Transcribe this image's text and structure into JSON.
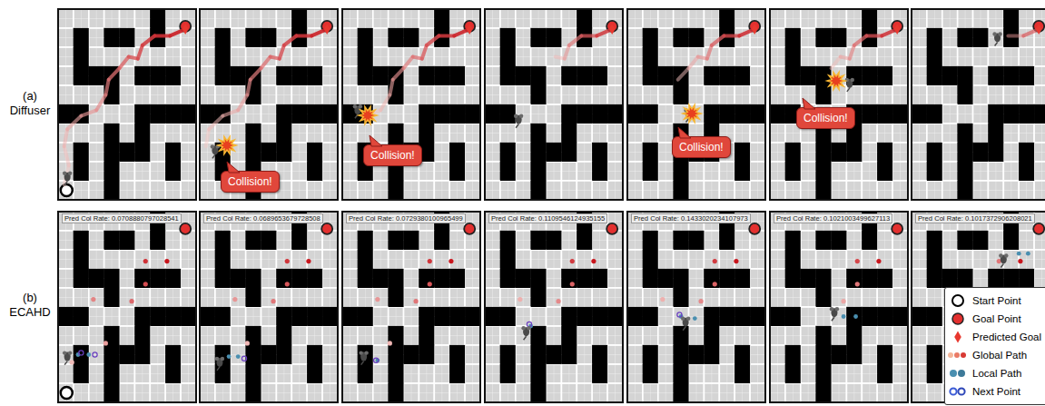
{
  "diagram": {
    "nodes": [
      {
        "text": [
          "Collision!"
        ]
      },
      {
        "text": [
          "Collision!"
        ]
      },
      {
        "text": [
          "Collision!"
        ]
      },
      {
        "text": [
          "Collision!"
        ]
      },
      {
        "text": [
          "Pred Col Rate: 0.0708880797028541"
        ]
      },
      {
        "text": [
          "Pred Col Rate: 0.0689653679728508"
        ]
      },
      {
        "text": [
          "Pred Col Rate: 0.0729380100965499"
        ]
      },
      {
        "text": [
          "Pred Col Rate: 0.1109546124935155"
        ]
      },
      {
        "text": [
          "Pred Col Rate: 0.1433020234107973"
        ]
      },
      {
        "text": [
          "Pred Col Rate: 0.1021003499627113"
        ]
      },
      {
        "text": [
          "Pred Col Rate: 0.1017372906208021"
        ]
      }
    ],
    "labels": [
      "(a) Diffuser",
      "(b) ECAHD"
    ],
    "legend": [
      {
        "text": "Start Point"
      },
      {
        "text": "Goal Point",
        "color": "#e3302f"
      },
      {
        "text": "Predicted Goal",
        "color": "#e8382f"
      },
      {
        "text": "Global Path"
      },
      {
        "text": "Local Path"
      },
      {
        "text": "Next Point"
      }
    ]
  }
}
